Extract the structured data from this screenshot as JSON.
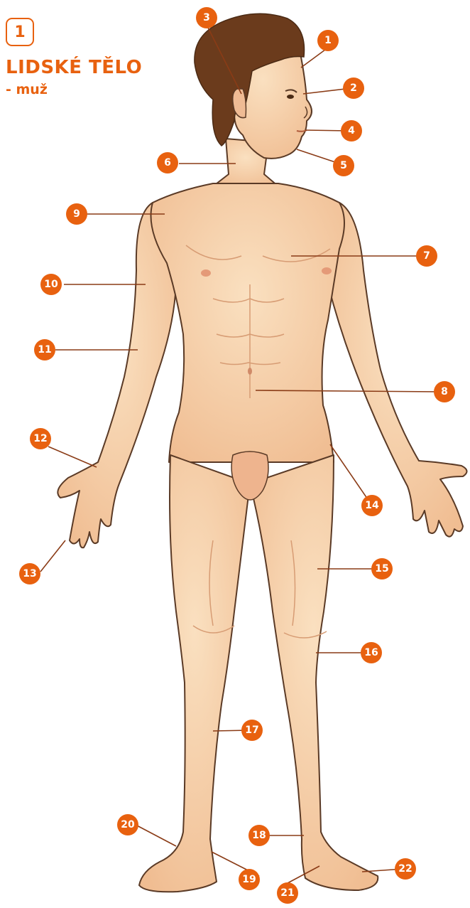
{
  "header": {
    "page_number": "1",
    "title": "LIDSKÉ TĚLO",
    "subtitle": "- muž"
  },
  "colors": {
    "accent": "#e8610f",
    "skin": "#f6d0a8",
    "skin_shadow": "#e9a57c",
    "hair": "#6b3b1c",
    "outline": "#5a3a26"
  },
  "labels": [
    "1",
    "2",
    "3",
    "4",
    "5",
    "6",
    "7",
    "8",
    "9",
    "10",
    "11",
    "12",
    "13",
    "14",
    "15",
    "16",
    "17",
    "18",
    "19",
    "20",
    "21",
    "22"
  ]
}
